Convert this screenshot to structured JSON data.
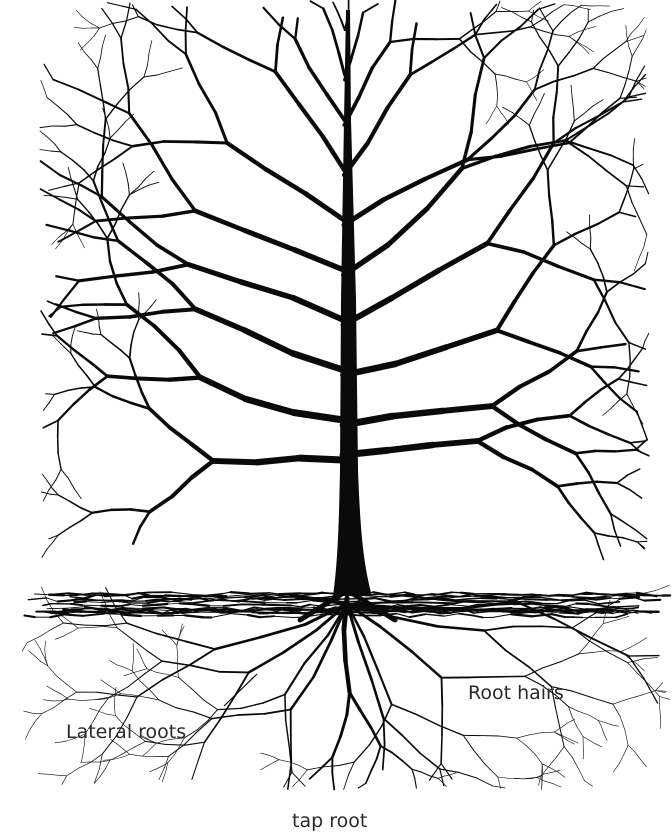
{
  "labels": {
    "lateral_roots": "Lateral roots",
    "root_hairs": "Root hairs",
    "tap_root": "tap root"
  },
  "colors": {
    "ink": "#0a0a0a",
    "background": "#ffffff",
    "label_text": "#2a2a2a"
  }
}
